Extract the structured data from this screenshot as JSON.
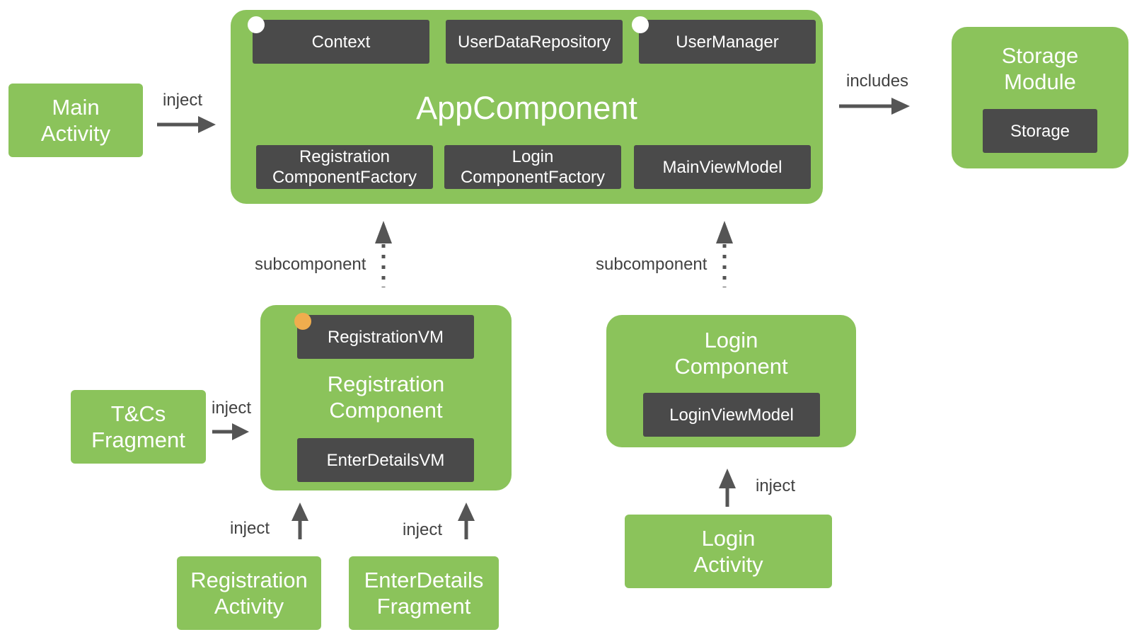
{
  "app_component": {
    "title": "AppComponent",
    "top_items": [
      "Context",
      "UserDataRepository",
      "UserManager"
    ],
    "bottom_items": [
      "Registration\nComponentFactory",
      "Login\nComponentFactory",
      "MainViewModel"
    ]
  },
  "main_activity": {
    "label": "Main\nActivity"
  },
  "storage_module": {
    "title": "Storage\nModule",
    "item": "Storage"
  },
  "registration_component": {
    "title": "Registration\nComponent",
    "top_item": "RegistrationVM",
    "bottom_item": "EnterDetailsVM"
  },
  "login_component": {
    "title": "Login\nComponent",
    "item": "LoginViewModel"
  },
  "tcs_fragment": {
    "label": "T&Cs\nFragment"
  },
  "registration_activity": {
    "label": "Registration\nActivity"
  },
  "enter_details_fragment": {
    "label": "EnterDetails\nFragment"
  },
  "login_activity": {
    "label": "Login\nActivity"
  },
  "edges": {
    "inject_main": "inject",
    "includes": "includes",
    "subcomponent_registration": "subcomponent",
    "subcomponent_login": "subcomponent",
    "inject_tcs": "inject",
    "inject_registration_activity": "inject",
    "inject_enter_details": "inject",
    "inject_login_activity": "inject"
  },
  "colors": {
    "component_green": "#8bc35b",
    "dark_box": "#4a4a4a",
    "arrow": "#555555",
    "scope_dot_white": "#ffffff",
    "scope_dot_orange": "#f0ad4e"
  }
}
